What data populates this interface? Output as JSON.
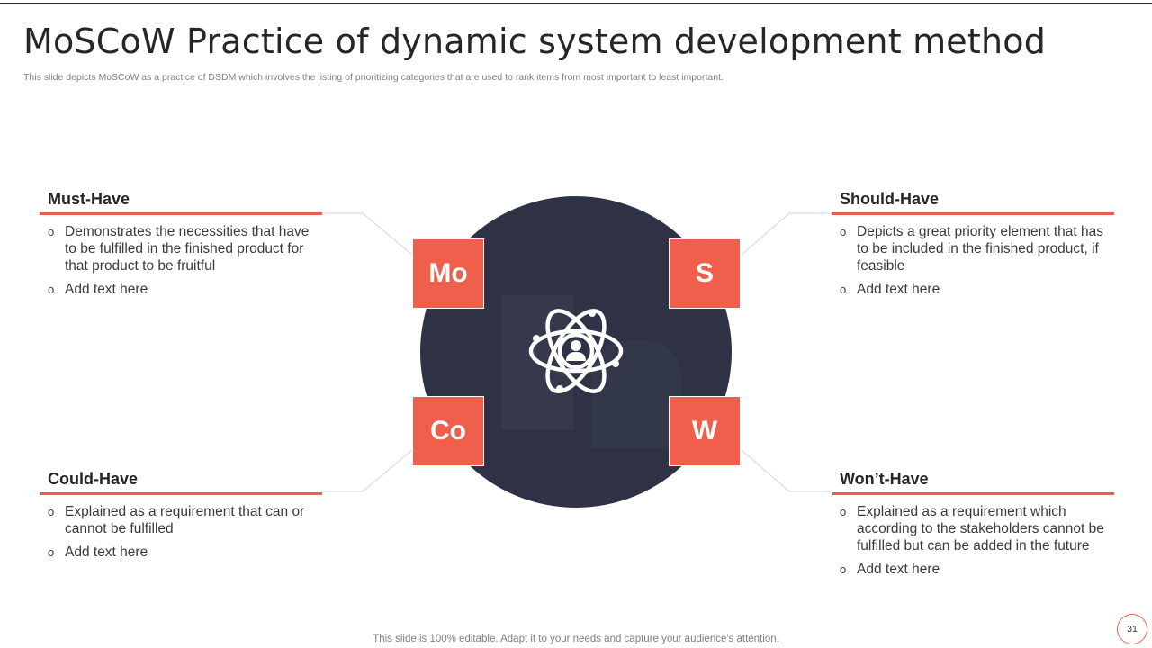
{
  "title": "MoSCoW Practice of dynamic system development method",
  "subtitle": "This slide depicts MoSCoW as a practice of DSDM which involves the listing of prioritizing categories that are used to rank items from most important to least important.",
  "accent_color": "#e8604c",
  "circle_color": "#2f3245",
  "center_icon": "atom-person-icon",
  "quadrants": {
    "must": {
      "letter": "Mo",
      "heading": "Must-Have",
      "bullets": [
        "Demonstrates the necessities that have to be fulfilled in the finished product for that product to be fruitful",
        "Add text here"
      ]
    },
    "should": {
      "letter": "S",
      "heading": "Should-Have",
      "bullets": [
        "Depicts a great priority element that has to be included in the finished product, if feasible",
        "Add text here"
      ]
    },
    "could": {
      "letter": "Co",
      "heading": "Could-Have",
      "bullets": [
        "Explained as a requirement that can or cannot be fulfilled",
        "Add text here"
      ]
    },
    "wont": {
      "letter": "W",
      "heading": "Won’t-Have",
      "bullets": [
        "Explained as a requirement which according to the stakeholders cannot be fulfilled but can be added in the future",
        "Add text here"
      ]
    }
  },
  "bullet_glyph": "o",
  "footer": "This slide is 100% editable. Adapt it to your needs and capture your audience's attention.",
  "page_number": "31"
}
